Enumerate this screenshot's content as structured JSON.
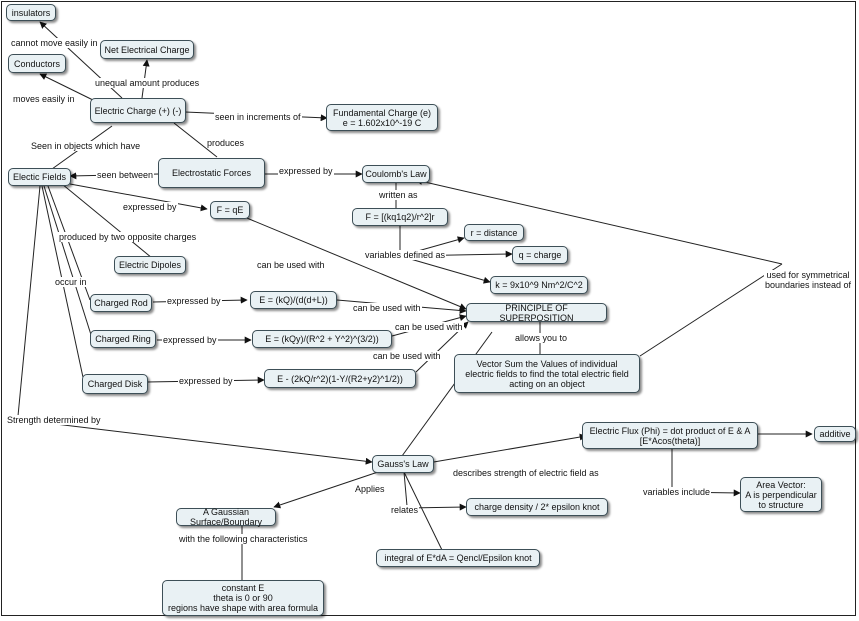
{
  "nodes": {
    "insulators": "insulators",
    "net_charge": "Net Electrical Charge",
    "conductors": "Conductors",
    "electric_charge": "Electric Charge (+) (-)",
    "fundamental_charge": "Fundamental Charge (e)\ne = 1.602x10^-19 C",
    "electric_fields": "Electic Fields",
    "electrostatic_forces": "Electrostatic Forces",
    "coulombs_law": "Coulomb's Law",
    "f_qe": "F = qE",
    "coulomb_formula": "F = [(kq1q2)/r^2]r",
    "r_distance": "r = distance",
    "q_charge": "q = charge",
    "k_value": "k = 9x10^9 Nm^2/C^2",
    "electric_dipoles": "Electric Dipoles",
    "charged_rod": "Charged Rod",
    "rod_formula": "E = (kQ)/(d(d+L))",
    "superposition": "PRINCIPLE OF SUPERPOSITION",
    "charged_ring": "Charged Ring",
    "ring_formula": "E = (kQy)/(R^2 + Y^2)^(3/2))",
    "charged_disk": "Charged Disk",
    "disk_formula": "E - (2kQ/r^2)(1-Y/(R2+y2)^1/2))",
    "vector_sum": "Vector Sum the Values of individual\nelectric fields to find the total electric field\nacting on an object",
    "electric_flux": "Electric Flux (Phi) = dot product of E & A\n[E*Acos(theta)]",
    "additive": "additive",
    "gauss_law": "Gauss's Law",
    "gaussian_surface": "A Gaussian Surface/Boundary",
    "charge_density": "charge density / 2* epsilon knot",
    "area_vector": "Area Vector:\nA is perpendicular\nto structure",
    "integral": "integral of E*dA = Qencl/Epsilon knot",
    "constant_e": "constant E\ntheta is 0 or 90\nregions have shape with area formula"
  },
  "labels": {
    "cannot_move": "cannot move easily in",
    "unequal_amount": "unequal amount produces",
    "moves_easily": "moves easily in",
    "seen_increments": "seen in increments of",
    "produces": "produces",
    "seen_in_objects": "Seen in objects which have",
    "seen_between": "seen between",
    "expressed_by_1": "expressed by",
    "written_as": "written as",
    "expressed_by_2": "expressed by",
    "produced_by": "produced by two opposite charges",
    "variables_defined": "variables defined as",
    "can_be_used_with_1": "can be used with",
    "occur_in": "occur in",
    "expressed_by_3": "expressed by",
    "can_be_used_with_2": "can be used with",
    "used_for_symmetrical": "used for symmetrical\nboundaries instead of",
    "can_be_used_with_3": "can be used with",
    "expressed_by_4": "expressed by",
    "allows_you_to": "allows you to",
    "can_be_used_with_4": "can be used with",
    "expressed_by_5": "expressed by",
    "strength_determined": "Strength determined by",
    "describes_strength": "describes strength of electric field as",
    "variables_include": "variables include",
    "applies": "Applies",
    "relates": "relates",
    "following_characteristics": "with the following characteristics"
  }
}
